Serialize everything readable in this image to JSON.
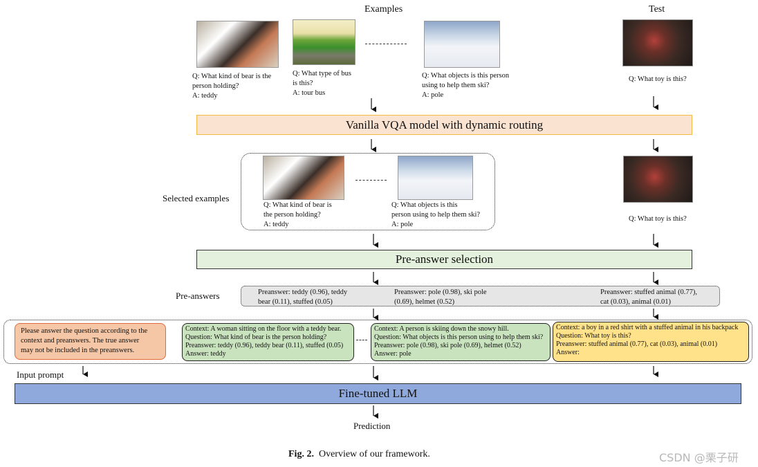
{
  "headers": {
    "examples": "Examples",
    "test": "Test"
  },
  "examples": [
    {
      "q": "Q: What kind of bear is the\nperson holding?",
      "a": "A: teddy"
    },
    {
      "q": "Q: What type of bus\nis this?",
      "a": "A: tour bus"
    },
    {
      "q": "Q: What objects is this person\nusing to help them ski?",
      "a": "A: pole"
    }
  ],
  "test_question": "Q: What toy is this?",
  "stage1": "Vanilla VQA model with dynamic routing",
  "selected_label": "Selected examples",
  "selected": [
    {
      "q": "Q: What kind of bear is\nthe person holding?",
      "a": "A: teddy"
    },
    {
      "q": "Q: What objects is this\nperson using to help them ski?",
      "a": "A: pole"
    }
  ],
  "stage2": "Pre-answer selection",
  "preanswers_label": "Pre-answers",
  "preanswers": [
    "Preanswer: teddy (0.96), teddy\nbear (0.11), stuffed (0.05)",
    "Preanswer: pole (0.98), ski pole\n(0.69), helmet (0.52)",
    "Preanswer: stuffed animal (0.77),\ncat (0.03), animal (0.01)"
  ],
  "instruction": "Please answer the question according to the\ncontext and preanswers. The true answer\nmay not be included in the preanswers.",
  "prompt_cards": [
    "Context: A woman sitting on the floor with a teddy bear.\nQuestion: What kind of bear is the person holding?\nPreanswer: teddy (0.96), teddy bear (0.11), stuffed (0.05)\nAnswer: teddy",
    "Context: A person is skiing down the snowy hill.\nQuestion: What objects is this person using to help them ski?\nPreanswer: pole (0.98), ski pole (0.69), helmet (0.52)\nAnswer: pole",
    "Context: a boy in a red shirt with a stuffed animal in his backpack\nQuestion: What toy is this?\nPreanswer: stuffed animal (0.77), cat (0.03), animal (0.01)\nAnswer:"
  ],
  "input_prompt_label": "Input prompt",
  "llm": "Fine-tuned LLM",
  "prediction": "Prediction",
  "caption_bold": "Fig. 2.",
  "caption_text": "Overview of our framework.",
  "watermark": "CSDN @栗子研",
  "colors": {
    "vqa_fill": "#fbe3d2",
    "vqa_border": "#f4b942",
    "green_fill": "#e4f1dc",
    "green_border": "#333333",
    "gray_fill": "#e6e6e6",
    "instruction_fill": "#f6c7a6",
    "instruction_border": "#e06a3a",
    "card_green": "#c9e3be",
    "card_yellow": "#ffe28a",
    "llm_fill": "#8fa9dc"
  }
}
